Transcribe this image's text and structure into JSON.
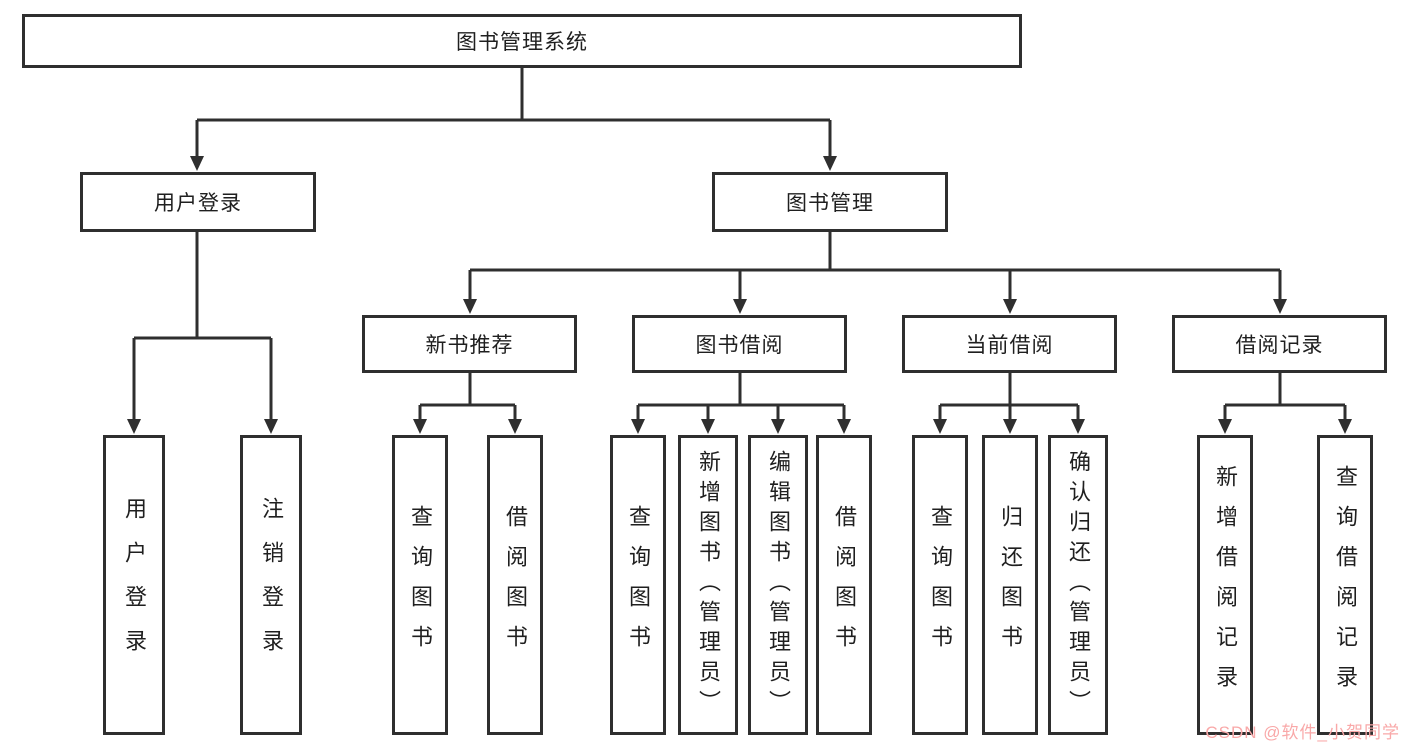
{
  "root": {
    "label": "图书管理系统"
  },
  "user_login": {
    "label": "用户登录",
    "children": [
      {
        "label": "用户登录"
      },
      {
        "label": "注销登录"
      }
    ]
  },
  "book_management": {
    "label": "图书管理",
    "sections": [
      {
        "label": "新书推荐",
        "children": [
          {
            "label": "查询图书"
          },
          {
            "label": "借阅图书"
          }
        ]
      },
      {
        "label": "图书借阅",
        "children": [
          {
            "label": "查询图书"
          },
          {
            "label": "新增图书（管理员）"
          },
          {
            "label": "编辑图书（管理员）"
          },
          {
            "label": "借阅图书"
          }
        ]
      },
      {
        "label": "当前借阅",
        "children": [
          {
            "label": "查询图书"
          },
          {
            "label": "归还图书"
          },
          {
            "label": "确认归还（管理员）"
          }
        ]
      },
      {
        "label": "借阅记录",
        "children": [
          {
            "label": "新增借阅记录"
          },
          {
            "label": "查询借阅记录"
          }
        ]
      }
    ]
  },
  "colors": {
    "line": "#2f2f2f",
    "border": "#2f2f2f",
    "watermark": "#f9a8a8"
  },
  "watermark": {
    "text": "CSDN @软件_小贺同学"
  }
}
